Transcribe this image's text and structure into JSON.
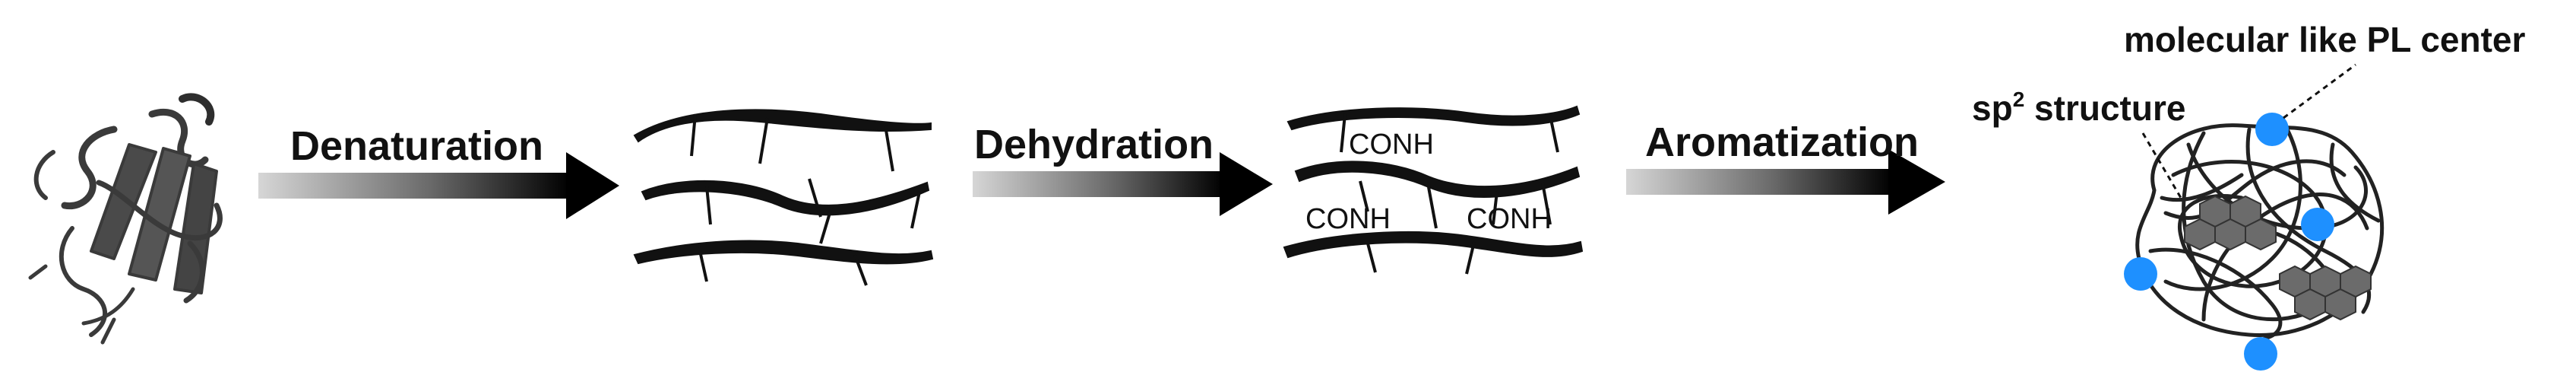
{
  "steps": [
    {
      "label": "Denaturation"
    },
    {
      "label": "Dehydration"
    },
    {
      "label": "Aromatization"
    }
  ],
  "functional_group": "CONH",
  "annotations": {
    "pl_center": "molecular like PL center",
    "sp2_prefix": "sp",
    "sp2_superscript": "2",
    "sp2_suffix": " structure"
  },
  "colors": {
    "ink": "#111111",
    "protein": "#3a3a3a",
    "pl_center": "#1e90ff",
    "sp2_sheet": "#6b6b6b",
    "arrow_start": "#cfcfcf",
    "arrow_end": "#000000"
  }
}
